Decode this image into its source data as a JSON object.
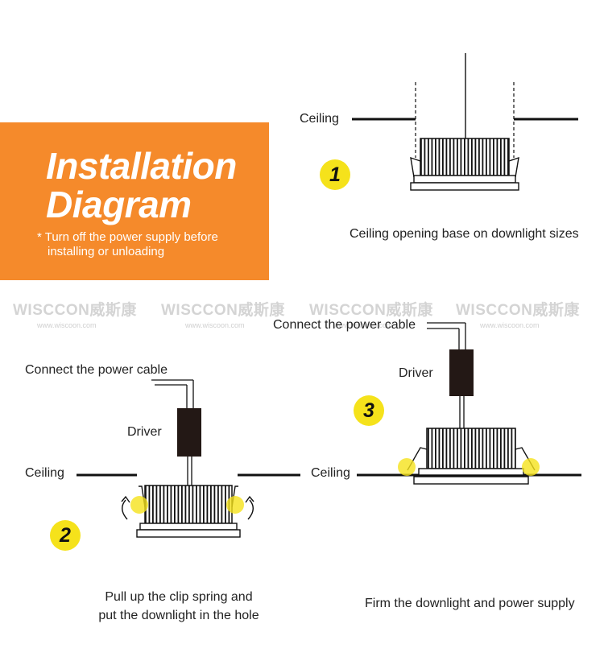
{
  "banner": {
    "title_line1": "Installation",
    "title_line2": "Diagram",
    "note_line1": "* Turn off the power supply before",
    "note_line2": "installing or unloading",
    "color": "#f58a2b"
  },
  "watermark": {
    "brand": "WISCCON威斯康",
    "url": "www.wiscoon.com"
  },
  "step1": {
    "number": "1",
    "ceiling_label": "Ceiling",
    "caption": "Ceiling opening base on downlight sizes"
  },
  "step2": {
    "number": "2",
    "cable_label": "Connect the power cable",
    "driver_label": "Driver",
    "ceiling_label": "Ceiling",
    "caption_line1": "Pull up the clip spring and",
    "caption_line2": "put the downlight in the hole"
  },
  "step3": {
    "number": "3",
    "cable_label": "Connect the power cable",
    "driver_label": "Driver",
    "ceiling_label": "Ceiling",
    "caption": "Firm the downlight and power supply"
  },
  "colors": {
    "highlight": "#f5e21b",
    "line": "#111111",
    "driver": "#231815"
  }
}
